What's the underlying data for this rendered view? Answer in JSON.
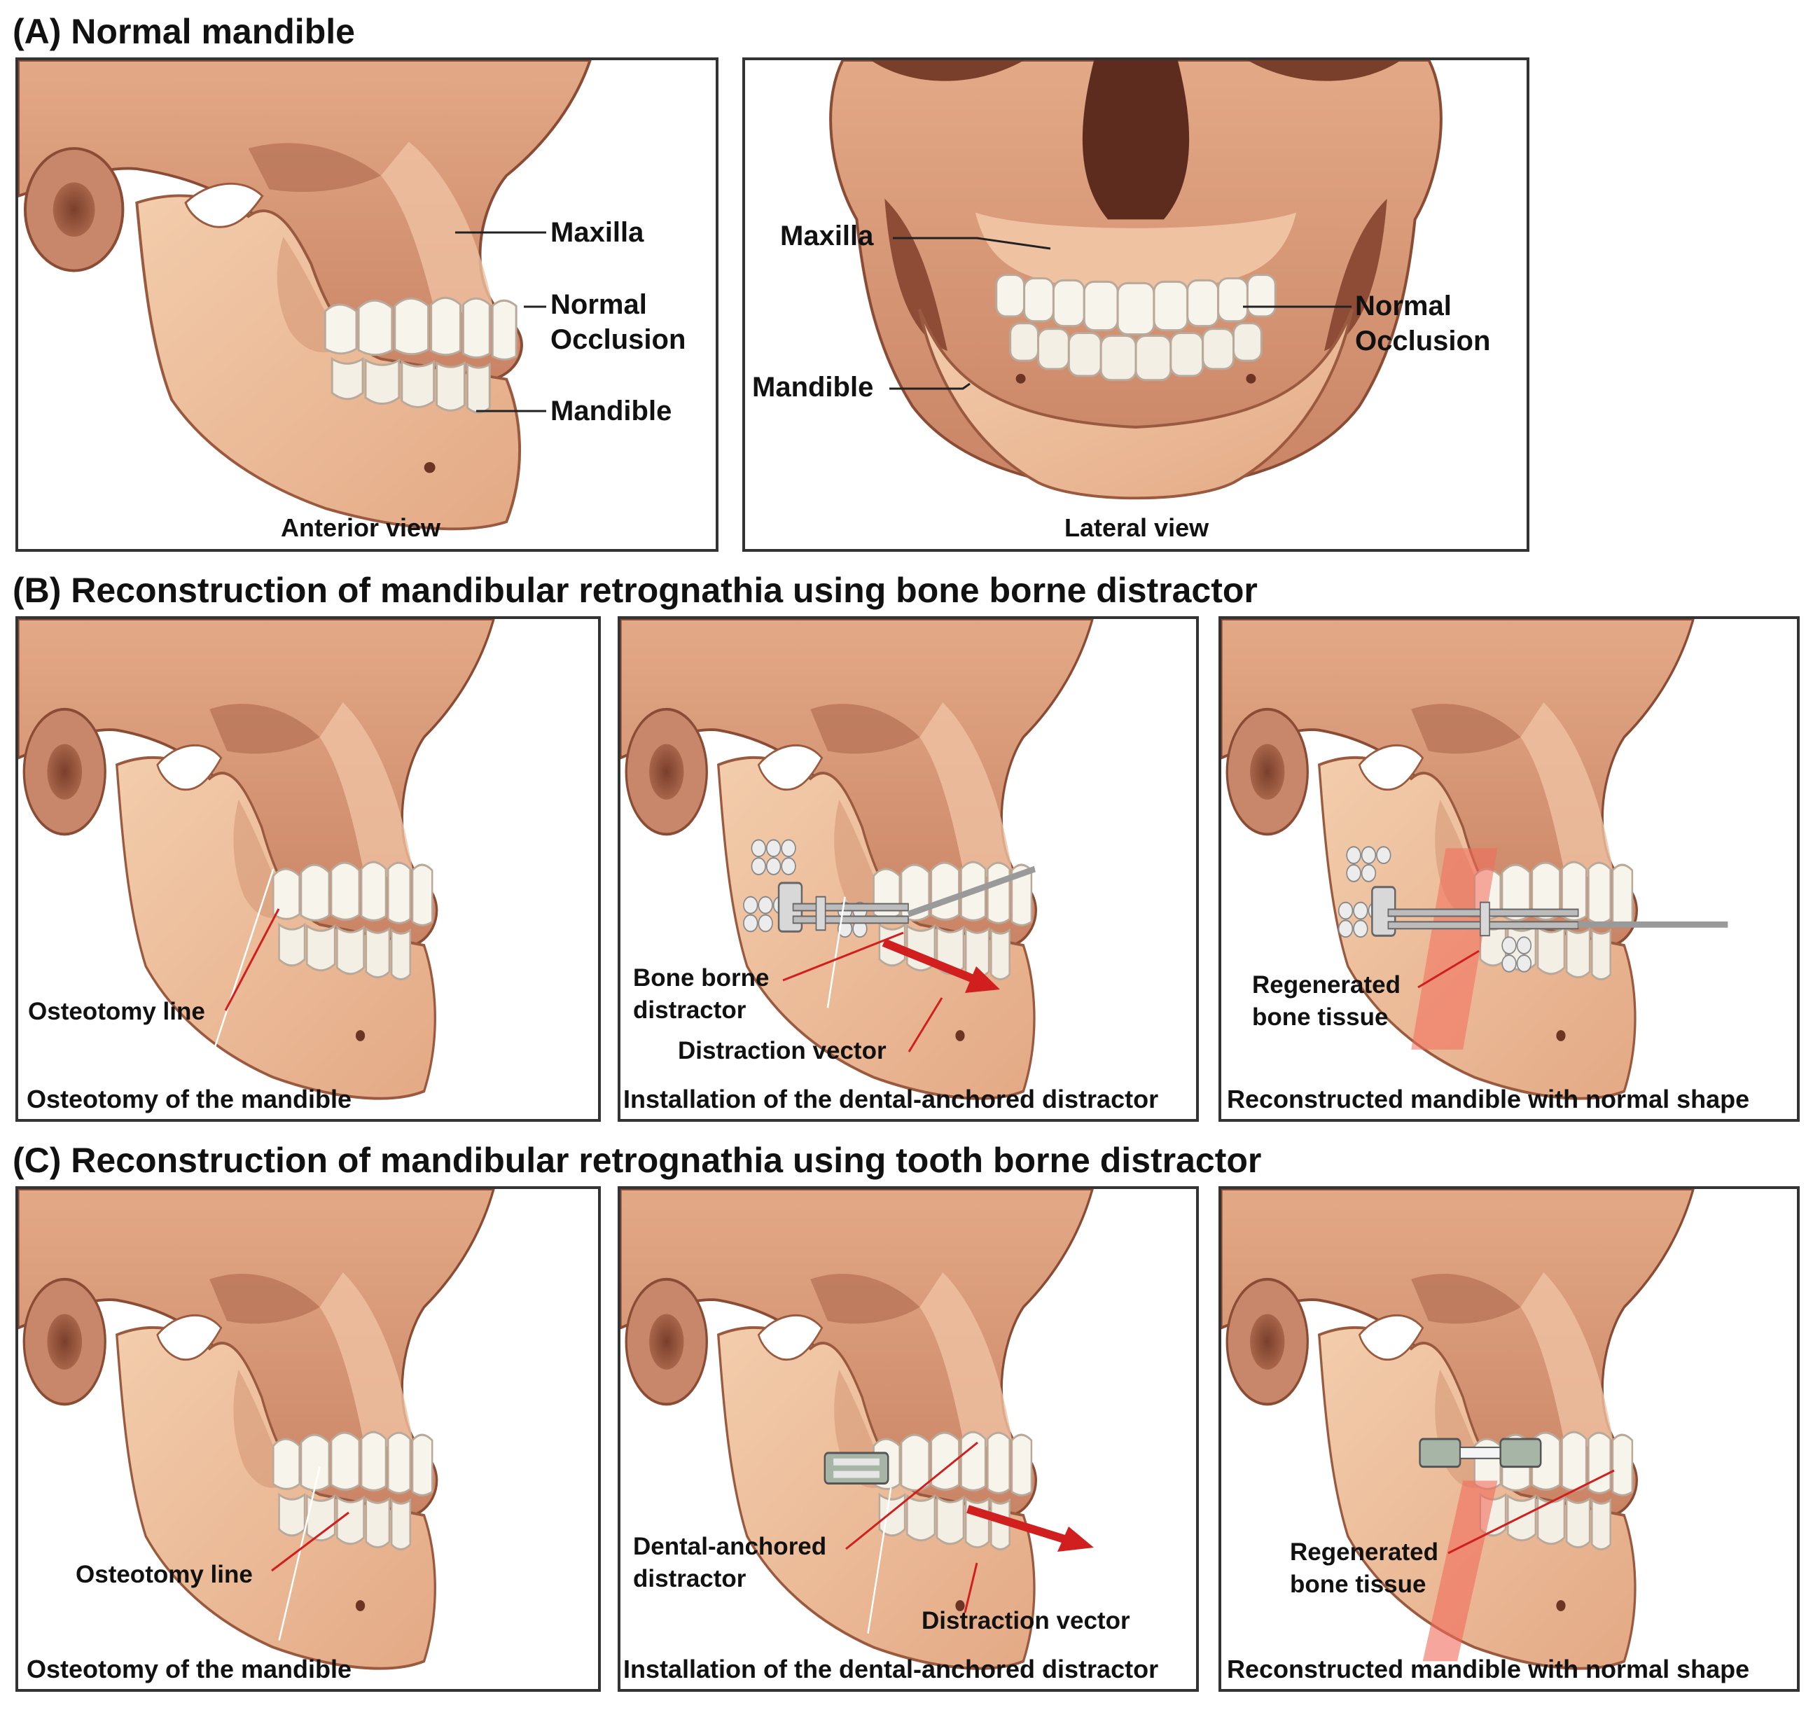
{
  "sections": {
    "a": "(A) Normal mandible",
    "b": "(B) Reconstruction of mandibular retrognathia using bone borne distractor",
    "c": "(C) Reconstruction of mandibular retrognathia using tooth borne distractor"
  },
  "panels": {
    "a1": {
      "caption": "Anterior view",
      "maxilla": "Maxilla",
      "occlusion_1": "Normal",
      "occlusion_2": "Occlusion",
      "mandible": "Mandible"
    },
    "a2": {
      "caption": "Lateral view",
      "maxilla": "Maxilla",
      "mandible": "Mandible",
      "occlusion_1": "Normal",
      "occlusion_2": "Occlusion"
    },
    "b1": {
      "caption": "Osteotomy of the mandible",
      "label": "Osteotomy line"
    },
    "b2": {
      "caption": "Installation of the dental-anchored distractor",
      "distractor_1": "Bone borne",
      "distractor_2": "distractor",
      "vector": "Distraction vector"
    },
    "b3": {
      "caption": "Reconstructed mandible with normal shape",
      "tissue_1": "Regenerated",
      "tissue_2": "bone tissue"
    },
    "c1": {
      "caption": "Osteotomy of the mandible",
      "label": "Osteotomy line"
    },
    "c2": {
      "caption": "Installation of the dental-anchored distractor",
      "distractor_1": "Dental-anchored",
      "distractor_2": "distractor",
      "vector": "Distraction vector"
    },
    "c3": {
      "caption": "Reconstructed mandible with normal shape",
      "tissue_1": "Regenerated",
      "tissue_2": "bone tissue"
    }
  },
  "colors": {
    "bone_light": "#f2c9a6",
    "bone_mid": "#dca07c",
    "bone_dark": "#a8654a",
    "tooth": "#f7f4ec",
    "vector_arrow": "#d11f1f",
    "regenerated_bone": "#f26b5b",
    "frame": "#333333"
  }
}
